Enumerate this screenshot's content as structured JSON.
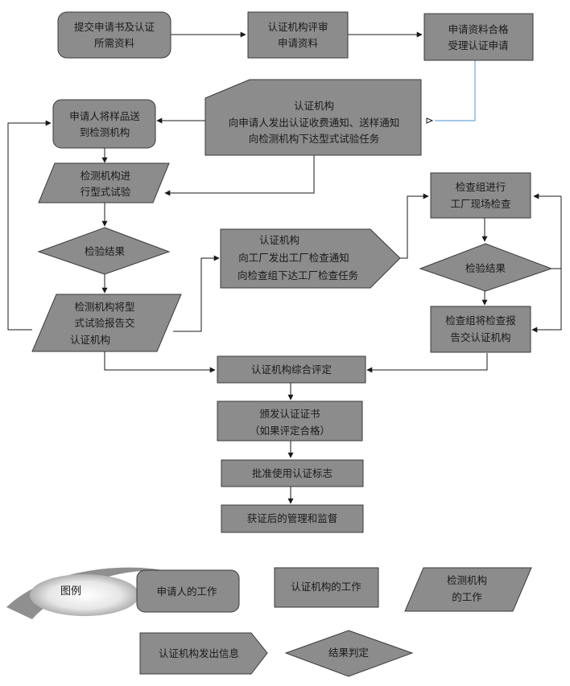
{
  "nodes": {
    "submit": [
      "提交申请书及认证",
      "所需资料"
    ],
    "review": [
      "认证机构评审",
      "申请资料"
    ],
    "accept": [
      "申请资料合格",
      "受理认证申请"
    ],
    "notify": [
      "认证机构",
      "向申请人发出认证收费通知、送样通知",
      "向检测机构下达型式试验任务"
    ],
    "send_sample": [
      "申请人将样品送",
      "到检测机构"
    ],
    "type_test": [
      "检测机构进",
      "行型式试验"
    ],
    "test_result": [
      "检验结果"
    ],
    "report": [
      "检测机构将型",
      "式试验报告交",
      "认证机构"
    ],
    "factory_notify": [
      "认证机构",
      "向工厂发出工厂检查通知",
      "向检查组下达工厂检查任务"
    ],
    "inspection": [
      "检查组进行",
      "工厂现场检查"
    ],
    "inspection_result": [
      "检验结果"
    ],
    "inspection_report": [
      "检查组将检查报",
      "告交认证机构"
    ],
    "evaluate": [
      "认证机构综合评定"
    ],
    "issue": [
      "颁发认证证书",
      "（如果评定合格）"
    ],
    "approve_mark": [
      "批准使用认证标志"
    ],
    "supervise": [
      "获证后的管理和监督"
    ]
  },
  "legend": {
    "title": "图例",
    "applicant": "申请人的工作",
    "cert_body": "认证机构的工作",
    "test_body": [
      "检测机构",
      "的工作"
    ],
    "message": "认证机构发出信息",
    "decision": "结果判定"
  }
}
